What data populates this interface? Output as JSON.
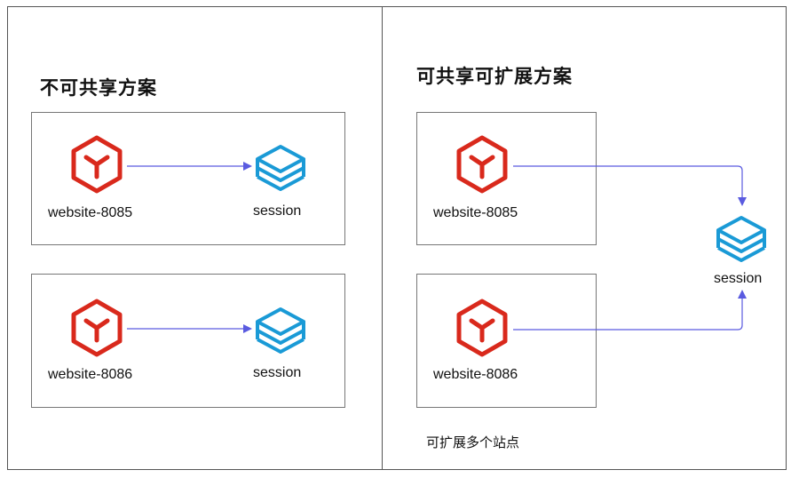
{
  "left": {
    "title": "不可共享方案",
    "groups": [
      {
        "site": "website-8085",
        "session": "session"
      },
      {
        "site": "website-8086",
        "session": "session"
      }
    ]
  },
  "right": {
    "title": "可共享可扩展方案",
    "sites": [
      "website-8085",
      "website-8086"
    ],
    "session": "session",
    "note": "可扩展多个站点"
  },
  "icons": {
    "website": "hexagon-service-icon",
    "session": "stacked-layers-icon"
  },
  "colors": {
    "website_icon": "#d9291c",
    "session_icon": "#1a9ad6",
    "arrow": "#5a5be0",
    "border": "#555555"
  }
}
